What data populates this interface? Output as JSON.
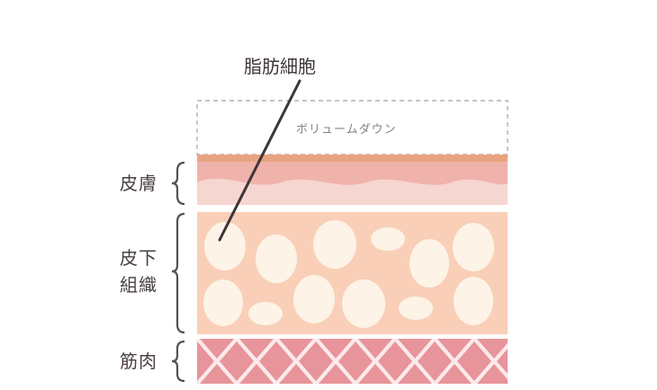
{
  "callout": {
    "label": "脂肪細胞"
  },
  "volume_down": {
    "label": "ボリュームダウン"
  },
  "layers": {
    "skin": {
      "label": "皮膚"
    },
    "subcutaneous": {
      "label_line1": "皮下",
      "label_line2": "組織"
    },
    "muscle": {
      "label": "筋肉"
    }
  },
  "colors": {
    "skin_top_band": "#e8a480",
    "skin_dermis": "#f0b3ac",
    "skin_lower": "#f6d6d0",
    "subcutaneous": "#f9cfb8",
    "fat_cell": "#fdf3e6",
    "muscle_pattern": "#e7949a",
    "bracket": "#5a5050",
    "dashed_box": "#a8a0a0"
  }
}
